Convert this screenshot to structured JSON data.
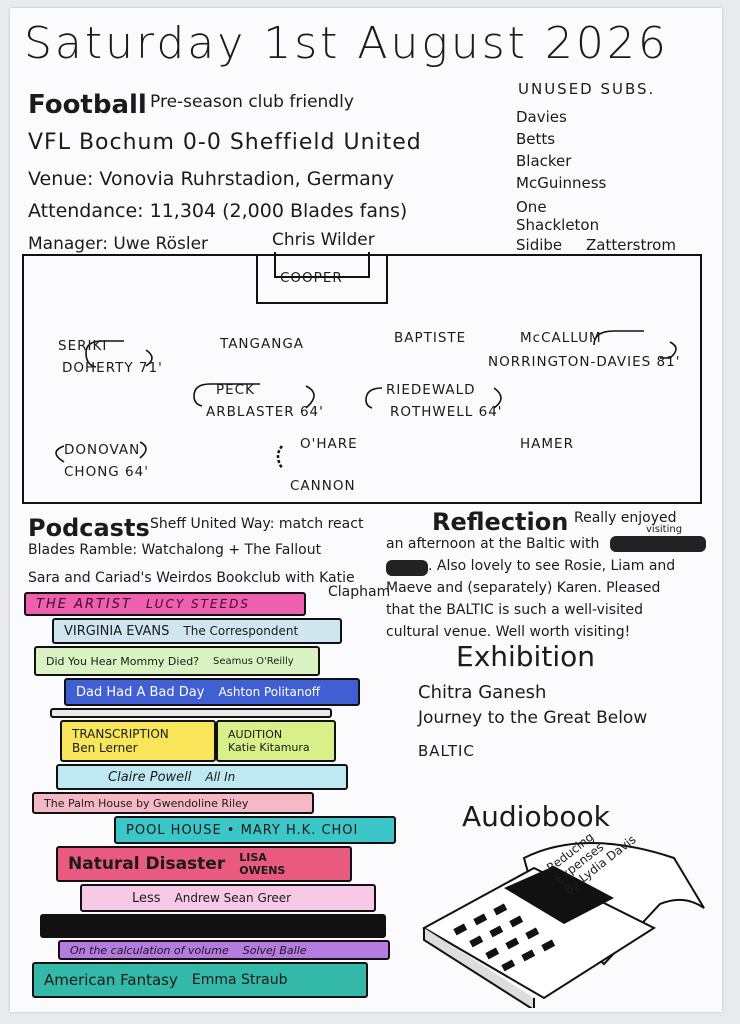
{
  "header": {
    "date": "Saturday 1st August 2026"
  },
  "football": {
    "title": "Football",
    "subtitle": "Pre-season club friendly",
    "score": "VFL Bochum 0-0 Sheffield United",
    "venue": "Venue: Vonovia Ruhrstadion, Germany",
    "attendance": "Attendance: 11,304 (2,000 Blades fans)",
    "manager_label": "Manager: Uwe Rösler",
    "manager_other": "Chris Wilder",
    "unused_subs_title": "UNUSED SUBS.",
    "unused_subs": [
      "Davies",
      "Betts",
      "Blacker",
      "McGuinness",
      "One",
      "Shackleton",
      "Sidibe",
      "Zatterstrom"
    ],
    "lineup": {
      "gk": "COOPER",
      "seriki": "SERIKI",
      "doherty": "DOHERTY 71'",
      "tanganga": "TANGANGA",
      "baptiste": "BAPTISTE",
      "mccallum": "McCALLUM",
      "norrington": "NORRINGTON-DAVIES 81'",
      "peck": "PECK",
      "arblaster": "ARBLASTER 64'",
      "riedewald": "RIEDEWALD",
      "rothwell": "ROTHWELL 64'",
      "donovan": "DONOVAN",
      "chong": "CHONG 64'",
      "ohare": "O'HARE",
      "hamer": "HAMER",
      "cannon": "CANNON"
    }
  },
  "podcasts": {
    "title": "Podcasts",
    "line1": "Sheff United Way: match react",
    "line2": "Blades Ramble: Watchalong + The Fallout",
    "line3": "Sara and Cariad's Weirdos Bookclub with Katie",
    "line3b": "Clapham"
  },
  "books": [
    {
      "title": "THE ARTIST",
      "author": "LUCY STEEDS"
    },
    {
      "title": "VIRGINIA EVANS",
      "author": "The Correspondent"
    },
    {
      "title": "Did You Hear Mommy Died?",
      "author": "Seamus O'Reilly"
    },
    {
      "title": "Dad Had A Bad Day",
      "author": "Ashton Politanoff"
    },
    {
      "title": "TRANSCRIPTION",
      "author": "Ben Lerner"
    },
    {
      "title": "AUDITION",
      "author": "Katie Kitamura"
    },
    {
      "title": "Claire Powell",
      "author": "All In"
    },
    {
      "title": "The Palm House by Gwendoline Riley",
      "author": ""
    },
    {
      "title": "POOL HOUSE • MARY H.K. CHOI",
      "author": ""
    },
    {
      "title": "Natural Disaster",
      "author": "LISA OWENS"
    },
    {
      "title": "Less",
      "author": "Andrew Sean Greer"
    },
    {
      "title": "On the calculation of volume",
      "author": "Solvej Balle"
    },
    {
      "title": "American Fantasy",
      "author": "Emma Straub"
    }
  ],
  "reflection": {
    "title": "Reflection",
    "l1": "Really enjoyed",
    "l1b": "visiting",
    "l2": "an afternoon at the Baltic with",
    "l3": ". Also lovely to see Rosie, Liam and",
    "l4": "Maeve and (separately) Karen. Pleased",
    "l5": "that the BALTIC is such a well-visited",
    "l6": "cultural venue. Well worth visiting!"
  },
  "exhibition": {
    "title": "Exhibition",
    "artist": "Chitra Ganesh",
    "name": "Journey to the Great Below",
    "venue": "BALTIC"
  },
  "audiobook": {
    "title": "Audiobook",
    "l1": "Reducing",
    "l2": "Expenses",
    "l3": "By Lydia Davis"
  }
}
